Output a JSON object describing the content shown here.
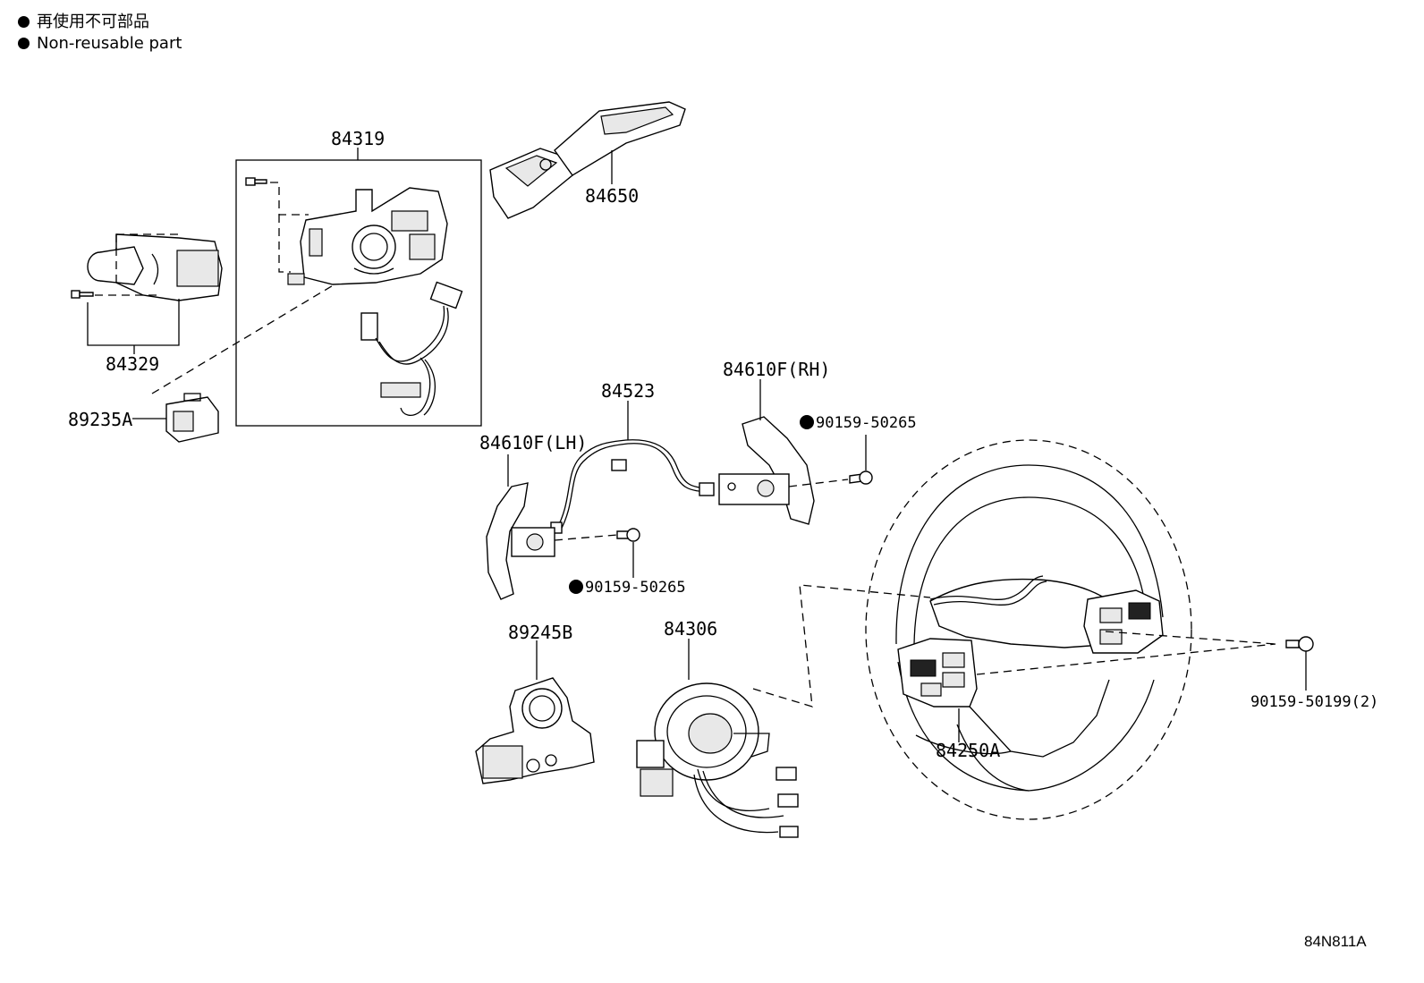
{
  "legend": {
    "jp": "再使用不可部品",
    "en": "Non-reusable part"
  },
  "parts": {
    "p84319": "84319",
    "p84650": "84650",
    "p84329": "84329",
    "p89235A": "89235A",
    "p84523": "84523",
    "p84610F_RH": "84610F(RH)",
    "p90159_50265_a": "90159-50265",
    "p84610F_LH": "84610F(LH)",
    "p90159_50265_b": "90159-50265",
    "p89245B": "89245B",
    "p84306": "84306",
    "p84250A": "84250A",
    "p90159_50199": "90159-50199(2)"
  },
  "diagram_code": "84N811A"
}
